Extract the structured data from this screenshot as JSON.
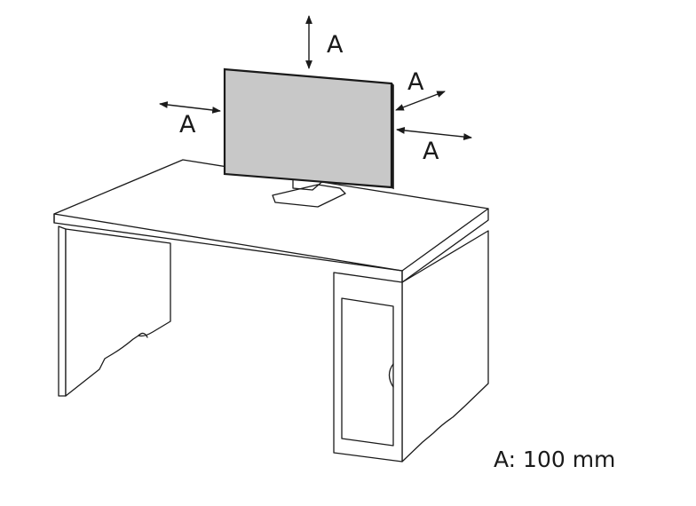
{
  "diagram": {
    "clearance_labels": [
      "A",
      "A",
      "A",
      "A"
    ],
    "note": "A: 100 mm",
    "colors": {
      "line": "#1a1a1a",
      "monitor_screen": "#c8c8c8",
      "background": "#ffffff"
    }
  }
}
